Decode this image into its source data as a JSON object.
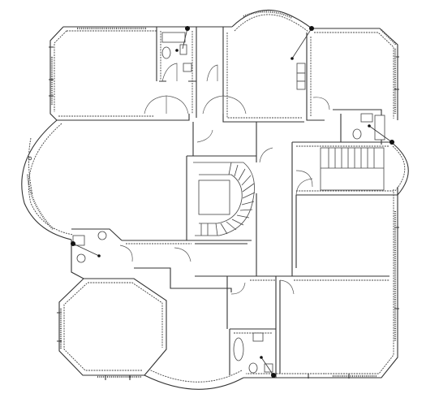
{
  "drawing": {
    "kind": "architectural floor plan",
    "colors": {
      "wall": "#333333",
      "background": "#ffffff",
      "node": "#111111"
    },
    "spaces": [
      "room-top-left",
      "bath-top-center",
      "corridor-top",
      "rounded-room-top",
      "room-top-right",
      "bath-right",
      "stair-east",
      "bay-room-west",
      "spiral-stair-center",
      "hall-center",
      "bath-west",
      "octagon-room-southwest",
      "room-southeast",
      "bath-south",
      "curved-terrace-south"
    ]
  }
}
